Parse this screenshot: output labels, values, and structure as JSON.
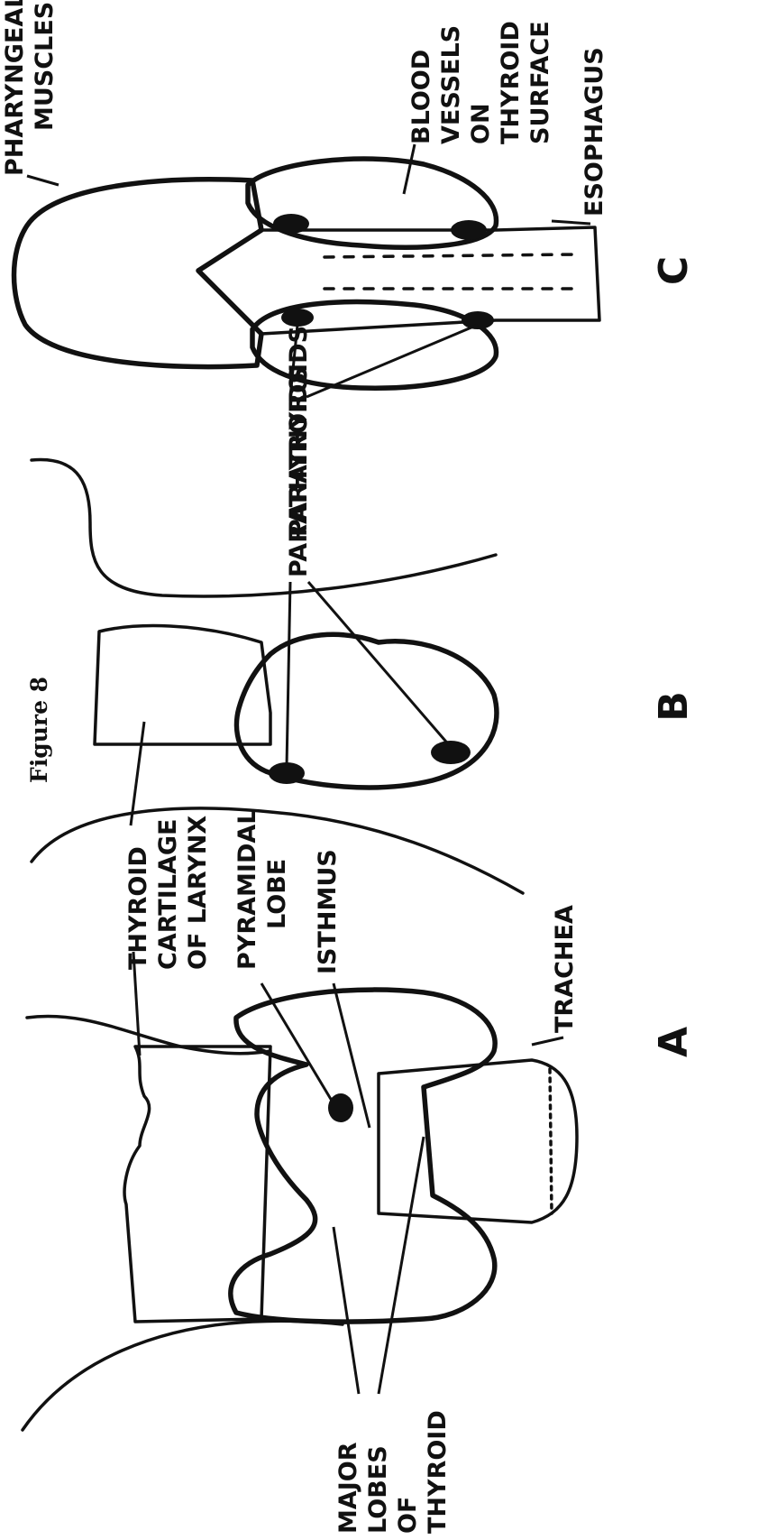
{
  "figure": {
    "caption": "Figure 8",
    "orientation": "rotated 90 degrees counter-clockwise",
    "colors": {
      "ink": "#111111",
      "paper": "#ffffff"
    },
    "panels": [
      {
        "letter": "A",
        "labels": [
          {
            "id": "thyroid-cartilage",
            "lines": [
              "THYROID",
              "CARTILAGE",
              "OF LARYNX"
            ]
          },
          {
            "id": "pyramidal-lobe",
            "lines": [
              "PYRAMIDAL",
              "LOBE"
            ]
          },
          {
            "id": "isthmus",
            "lines": [
              "ISTHMUS"
            ]
          },
          {
            "id": "trachea",
            "lines": [
              "TRACHEA"
            ]
          },
          {
            "id": "major-lobes",
            "lines": [
              "MAJOR",
              "LOBES",
              "OF",
              "THYROID"
            ]
          }
        ]
      },
      {
        "letter": "B",
        "labels": [
          {
            "id": "parathyroids-b",
            "lines": [
              "PARATHYROIDS"
            ]
          }
        ]
      },
      {
        "letter": "C",
        "labels": [
          {
            "id": "pharyngeal-muscles",
            "lines": [
              "PHARYNGEAL",
              "MUSCLES"
            ]
          },
          {
            "id": "blood-vessels",
            "lines": [
              "BLOOD",
              "VESSELS",
              "ON",
              "THYROID",
              "SURFACE"
            ]
          },
          {
            "id": "esophagus",
            "lines": [
              "ESOPHAGUS"
            ]
          },
          {
            "id": "parathyroids-c",
            "lines": [
              "PARATHYROIDS"
            ]
          }
        ]
      }
    ]
  }
}
